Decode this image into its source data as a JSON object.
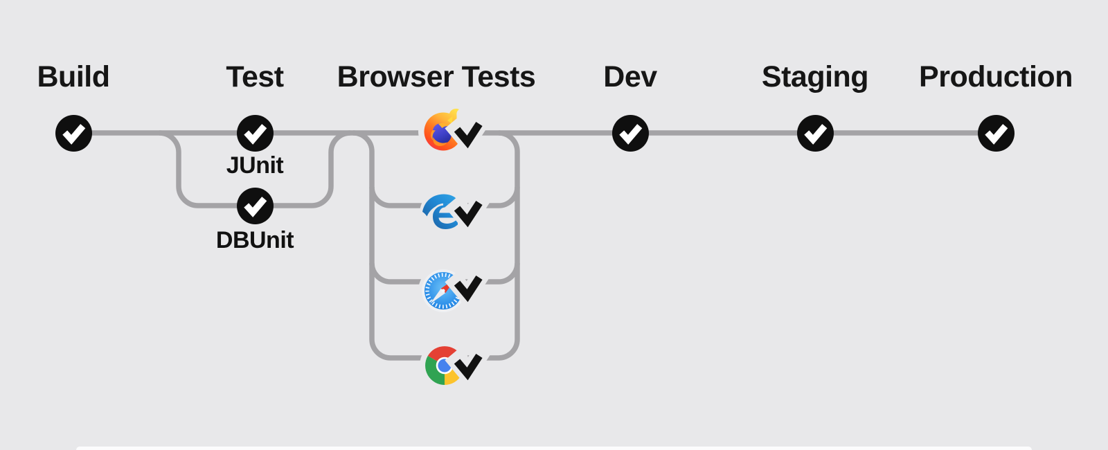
{
  "pipeline": {
    "stages": [
      {
        "id": "build",
        "label": "Build",
        "status": "passed",
        "status_icon": "checkmark-icon"
      },
      {
        "id": "test",
        "label": "Test",
        "status": "passed",
        "jobs": [
          {
            "label": "JUnit",
            "status": "passed",
            "status_icon": "checkmark-icon"
          },
          {
            "label": "DBUnit",
            "status": "passed",
            "status_icon": "checkmark-icon"
          }
        ]
      },
      {
        "id": "browser-tests",
        "label": "Browser Tests",
        "status": "passed",
        "jobs": [
          {
            "icon": "firefox-browser-icon",
            "status": "passed",
            "status_icon": "checkmark-icon"
          },
          {
            "icon": "edge-browser-icon",
            "status": "passed",
            "status_icon": "checkmark-icon"
          },
          {
            "icon": "safari-browser-icon",
            "status": "passed",
            "status_icon": "checkmark-icon"
          },
          {
            "icon": "chrome-browser-icon",
            "status": "passed",
            "status_icon": "checkmark-icon"
          }
        ]
      },
      {
        "id": "dev",
        "label": "Dev",
        "status": "passed",
        "status_icon": "checkmark-icon"
      },
      {
        "id": "staging",
        "label": "Staging",
        "status": "passed",
        "status_icon": "checkmark-icon"
      },
      {
        "id": "production",
        "label": "Production",
        "status": "passed",
        "status_icon": "checkmark-icon"
      }
    ]
  },
  "colors": {
    "background": "#e8e8ea",
    "connector": "#a4a3a6",
    "node_fill": "#0f0f0f",
    "node_check": "#ffffff",
    "standalone_check": "#111111",
    "label_text": "#161616"
  }
}
